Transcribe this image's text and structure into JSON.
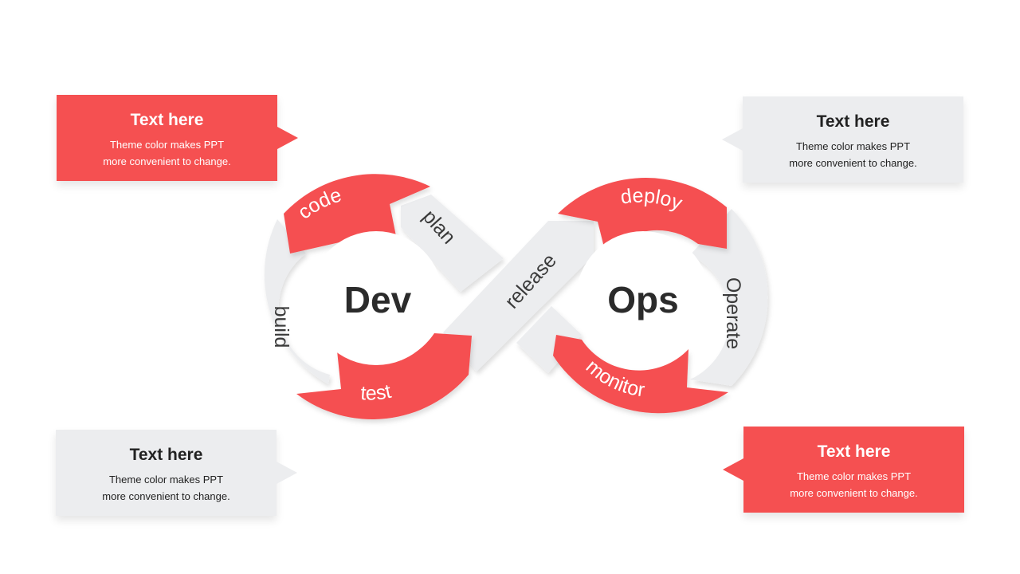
{
  "colors": {
    "accent": "#F55051",
    "neutral": "#ECEDEF",
    "text_dark": "#2b2b2b",
    "text_light": "#ffffff"
  },
  "center": {
    "dev": "Dev",
    "ops": "Ops"
  },
  "stages": {
    "code": "code",
    "plan": "plan",
    "build": "build",
    "test": "test",
    "release": "release",
    "deploy": "deploy",
    "operate": "Operate",
    "monitor": "monitor"
  },
  "callouts": {
    "top_left": {
      "title": "Text here",
      "body": "Theme color makes PPT\nmore convenient  to change."
    },
    "top_right": {
      "title": "Text here",
      "body": "Theme color makes PPT\nmore convenient  to change."
    },
    "bottom_left": {
      "title": "Text here",
      "body": "Theme color makes PPT\nmore convenient  to change."
    },
    "bottom_right": {
      "title": "Text here",
      "body": "Theme color makes PPT\nmore convenient  to change."
    }
  }
}
